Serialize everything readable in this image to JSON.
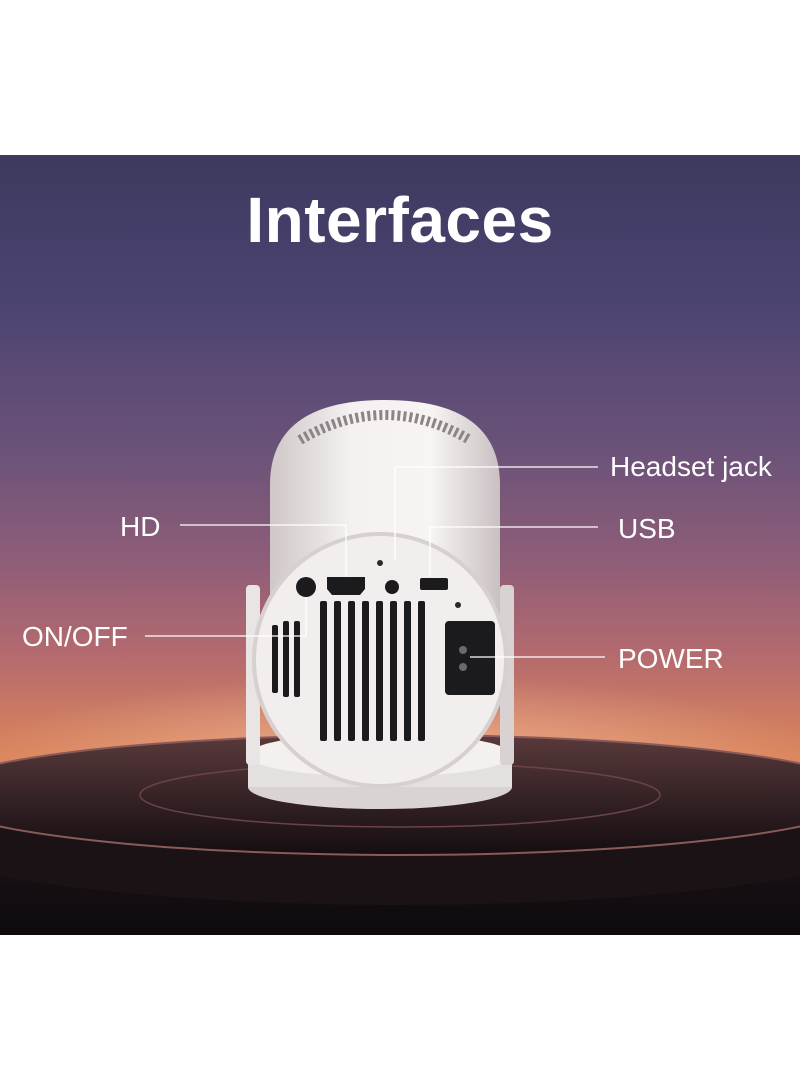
{
  "title": "Interfaces",
  "labels": {
    "headset": "Headset jack",
    "hd": "HD",
    "usb": "USB",
    "onoff": "ON/OFF",
    "power": "POWER"
  },
  "colors": {
    "sky_top": "#3c3a5e",
    "sky_mid": "#8e5d78",
    "horizon": "#e2895a",
    "device": "#f2f0ef",
    "text": "#ffffff"
  }
}
